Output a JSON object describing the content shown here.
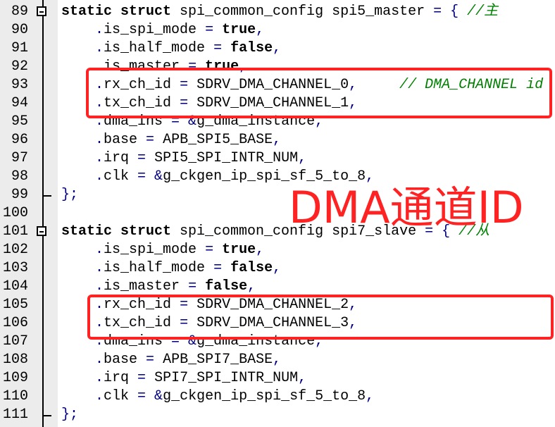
{
  "lines": [
    {
      "n": "89",
      "fold": "start",
      "tokens": [
        [
          "kw",
          "static "
        ],
        [
          "kw",
          "struct "
        ],
        [
          "id",
          "spi_common_config spi5_master "
        ],
        [
          "op",
          "= { "
        ],
        [
          "cm",
          "//主"
        ]
      ]
    },
    {
      "n": "90",
      "tokens": [
        [
          "id",
          "    "
        ],
        [
          "op",
          "."
        ],
        [
          "id",
          "is_spi_mode "
        ],
        [
          "op",
          "= "
        ],
        [
          "kw",
          "true"
        ],
        [
          "op",
          ","
        ]
      ]
    },
    {
      "n": "91",
      "tokens": [
        [
          "id",
          "    "
        ],
        [
          "op",
          "."
        ],
        [
          "id",
          "is_half_mode "
        ],
        [
          "op",
          "= "
        ],
        [
          "kw",
          "false"
        ],
        [
          "op",
          ","
        ]
      ]
    },
    {
      "n": "92",
      "tokens": [
        [
          "id",
          "    "
        ],
        [
          "op",
          "."
        ],
        [
          "id",
          "is_master "
        ],
        [
          "op",
          "= "
        ],
        [
          "kw",
          "true"
        ],
        [
          "op",
          ","
        ]
      ]
    },
    {
      "n": "93",
      "tokens": [
        [
          "id",
          "    "
        ],
        [
          "op",
          "."
        ],
        [
          "id",
          "rx_ch_id "
        ],
        [
          "op",
          "= "
        ],
        [
          "id",
          "SDRV_DMA_CHANNEL_0"
        ],
        [
          "op",
          ","
        ],
        [
          "id",
          "     "
        ],
        [
          "cm",
          "// DMA_CHANNEL id"
        ]
      ]
    },
    {
      "n": "94",
      "tokens": [
        [
          "id",
          "    "
        ],
        [
          "op",
          "."
        ],
        [
          "id",
          "tx_ch_id "
        ],
        [
          "op",
          "= "
        ],
        [
          "id",
          "SDRV_DMA_CHANNEL_1"
        ],
        [
          "op",
          ","
        ]
      ]
    },
    {
      "n": "95",
      "tokens": [
        [
          "id",
          "    "
        ],
        [
          "op",
          "."
        ],
        [
          "id",
          "dma_ins "
        ],
        [
          "op",
          "= &"
        ],
        [
          "id",
          "g_dma_instance"
        ],
        [
          "op",
          ","
        ]
      ]
    },
    {
      "n": "96",
      "tokens": [
        [
          "id",
          "    "
        ],
        [
          "op",
          "."
        ],
        [
          "id",
          "base "
        ],
        [
          "op",
          "= "
        ],
        [
          "id",
          "APB_SPI5_BASE"
        ],
        [
          "op",
          ","
        ]
      ]
    },
    {
      "n": "97",
      "tokens": [
        [
          "id",
          "    "
        ],
        [
          "op",
          "."
        ],
        [
          "id",
          "irq "
        ],
        [
          "op",
          "= "
        ],
        [
          "id",
          "SPI5_SPI_INTR_NUM"
        ],
        [
          "op",
          ","
        ]
      ]
    },
    {
      "n": "98",
      "tokens": [
        [
          "id",
          "    "
        ],
        [
          "op",
          "."
        ],
        [
          "id",
          "clk "
        ],
        [
          "op",
          "= &"
        ],
        [
          "id",
          "g_ckgen_ip_spi_sf_5_to_8"
        ],
        [
          "op",
          ","
        ]
      ]
    },
    {
      "n": "99",
      "fold": "end",
      "tokens": [
        [
          "op",
          "};"
        ]
      ]
    },
    {
      "n": "100",
      "tokens": []
    },
    {
      "n": "101",
      "fold": "start",
      "tokens": [
        [
          "kw",
          "static "
        ],
        [
          "kw",
          "struct "
        ],
        [
          "id",
          "spi_common_config spi7_slave "
        ],
        [
          "op",
          "= { "
        ],
        [
          "cm",
          "//从"
        ]
      ]
    },
    {
      "n": "102",
      "tokens": [
        [
          "id",
          "    "
        ],
        [
          "op",
          "."
        ],
        [
          "id",
          "is_spi_mode "
        ],
        [
          "op",
          "= "
        ],
        [
          "kw",
          "true"
        ],
        [
          "op",
          ","
        ]
      ]
    },
    {
      "n": "103",
      "tokens": [
        [
          "id",
          "    "
        ],
        [
          "op",
          "."
        ],
        [
          "id",
          "is_half_mode "
        ],
        [
          "op",
          "= "
        ],
        [
          "kw",
          "false"
        ],
        [
          "op",
          ","
        ]
      ]
    },
    {
      "n": "104",
      "tokens": [
        [
          "id",
          "    "
        ],
        [
          "op",
          "."
        ],
        [
          "id",
          "is_master "
        ],
        [
          "op",
          "= "
        ],
        [
          "kw",
          "false"
        ],
        [
          "op",
          ","
        ]
      ]
    },
    {
      "n": "105",
      "tokens": [
        [
          "id",
          "    "
        ],
        [
          "op",
          "."
        ],
        [
          "id",
          "rx_ch_id "
        ],
        [
          "op",
          "= "
        ],
        [
          "id",
          "SDRV_DMA_CHANNEL_2"
        ],
        [
          "op",
          ","
        ]
      ]
    },
    {
      "n": "106",
      "tokens": [
        [
          "id",
          "    "
        ],
        [
          "op",
          "."
        ],
        [
          "id",
          "tx_ch_id "
        ],
        [
          "op",
          "= "
        ],
        [
          "id",
          "SDRV_DMA_CHANNEL_3"
        ],
        [
          "op",
          ","
        ]
      ]
    },
    {
      "n": "107",
      "tokens": [
        [
          "id",
          "    "
        ],
        [
          "op",
          "."
        ],
        [
          "id",
          "dma_ins "
        ],
        [
          "op",
          "= &"
        ],
        [
          "id",
          "g_dma_instance"
        ],
        [
          "op",
          ","
        ]
      ]
    },
    {
      "n": "108",
      "tokens": [
        [
          "id",
          "    "
        ],
        [
          "op",
          "."
        ],
        [
          "id",
          "base "
        ],
        [
          "op",
          "= "
        ],
        [
          "id",
          "APB_SPI7_BASE"
        ],
        [
          "op",
          ","
        ]
      ]
    },
    {
      "n": "109",
      "tokens": [
        [
          "id",
          "    "
        ],
        [
          "op",
          "."
        ],
        [
          "id",
          "irq "
        ],
        [
          "op",
          "= "
        ],
        [
          "id",
          "SPI7_SPI_INTR_NUM"
        ],
        [
          "op",
          ","
        ]
      ]
    },
    {
      "n": "110",
      "tokens": [
        [
          "id",
          "    "
        ],
        [
          "op",
          "."
        ],
        [
          "id",
          "clk "
        ],
        [
          "op",
          "= &"
        ],
        [
          "id",
          "g_ckgen_ip_spi_sf_5_to_8"
        ],
        [
          "op",
          ","
        ]
      ]
    },
    {
      "n": "111",
      "fold": "end",
      "tokens": [
        [
          "op",
          "};"
        ]
      ]
    }
  ],
  "annotation": "DMA通道ID",
  "colors": {
    "highlight": "#ff2222",
    "comment": "#008000",
    "operator": "#000080"
  }
}
